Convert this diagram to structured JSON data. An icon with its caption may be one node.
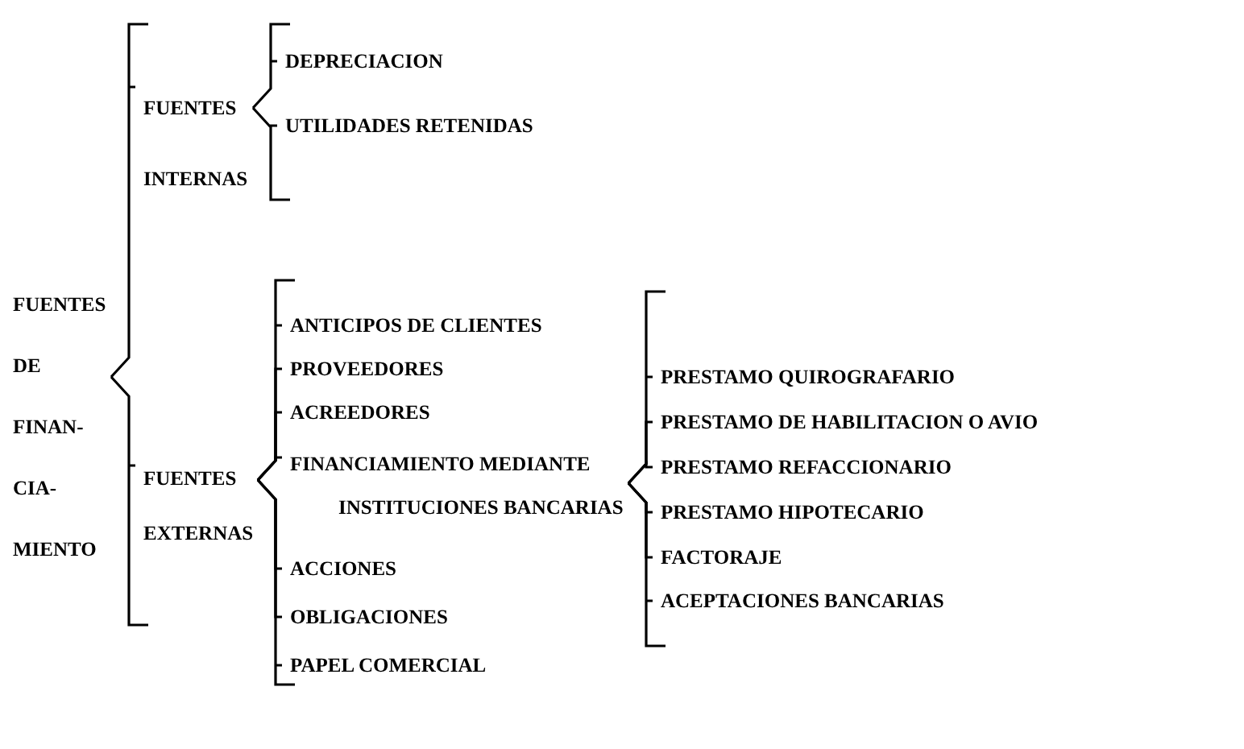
{
  "diagram": {
    "nodes": [
      {
        "text": [
          "FUENTES DE FINAN- CIA- MIENTO"
        ]
      },
      {
        "text": [
          "FUENTES INTERNAS"
        ]
      },
      {
        "text": [
          "DEPRECIACION"
        ]
      },
      {
        "text": [
          "UTILIDADES RETENIDAS"
        ]
      },
      {
        "text": [
          "FUENTES EXTERNAS"
        ]
      },
      {
        "text": [
          "ANTICIPOS DE CLIENTES"
        ]
      },
      {
        "text": [
          "PROVEEDORES"
        ]
      },
      {
        "text": [
          "ACREEDORES"
        ]
      },
      {
        "text": [
          "FINANCIAMIENTO MEDIANTE INSTITUCIONES BANCARIAS"
        ]
      },
      {
        "text": [
          "ACCIONES"
        ]
      },
      {
        "text": [
          "OBLIGACIONES"
        ]
      },
      {
        "text": [
          "PAPEL COMERCIAL"
        ]
      },
      {
        "text": [
          "PRESTAMO QUIROGRAFARIO"
        ]
      },
      {
        "text": [
          "PRESTAMO DE HABILITACION O AVIO"
        ]
      },
      {
        "text": [
          "PRESTAMO REFACCIONARIO"
        ]
      },
      {
        "text": [
          "PRESTAMO HIPOTECARIO"
        ]
      },
      {
        "text": [
          "FACTORAJE"
        ]
      },
      {
        "text": [
          "ACEPTACIONES BANCARIAS"
        ]
      }
    ],
    "edges": [
      {
        "from": 0,
        "to": 1,
        "arrow": "none"
      },
      {
        "from": 0,
        "to": 4,
        "arrow": "none"
      },
      {
        "from": 1,
        "to": 2,
        "arrow": "none"
      },
      {
        "from": 1,
        "to": 3,
        "arrow": "none"
      },
      {
        "from": 4,
        "to": 5,
        "arrow": "none"
      },
      {
        "from": 4,
        "to": 6,
        "arrow": "none"
      },
      {
        "from": 4,
        "to": 7,
        "arrow": "none"
      },
      {
        "from": 4,
        "to": 8,
        "arrow": "none"
      },
      {
        "from": 4,
        "to": 9,
        "arrow": "none"
      },
      {
        "from": 4,
        "to": 10,
        "arrow": "none"
      },
      {
        "from": 4,
        "to": 11,
        "arrow": "none"
      },
      {
        "from": 8,
        "to": 12,
        "arrow": "none"
      },
      {
        "from": 8,
        "to": 13,
        "arrow": "none"
      },
      {
        "from": 8,
        "to": 14,
        "arrow": "none"
      },
      {
        "from": 8,
        "to": 15,
        "arrow": "none"
      },
      {
        "from": 8,
        "to": 16,
        "arrow": "none"
      },
      {
        "from": 8,
        "to": 17,
        "arrow": "none"
      }
    ]
  }
}
